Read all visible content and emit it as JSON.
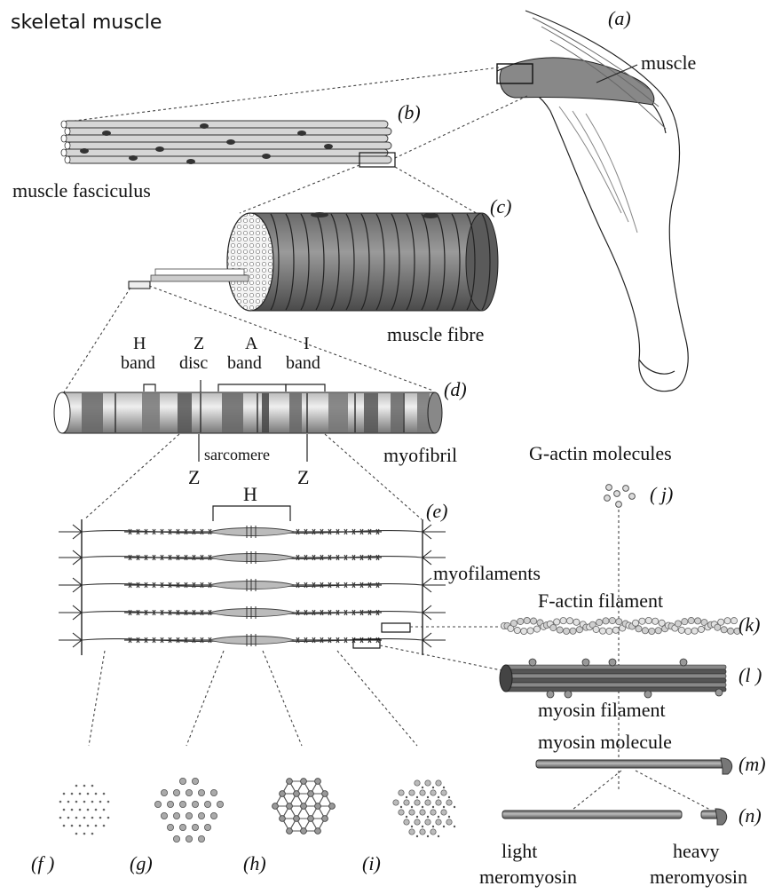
{
  "title": "skeletal muscle",
  "parts": {
    "a": {
      "letter": "(a)",
      "label": "muscle"
    },
    "b": {
      "letter": "(b)",
      "label": "muscle fasciculus"
    },
    "c": {
      "letter": "(c)",
      "label": "muscle fibre"
    },
    "d": {
      "letter": "(d)",
      "label": "myofibril",
      "bands": [
        {
          "top": "H",
          "bottom": "band"
        },
        {
          "top": "Z",
          "bottom": "disc"
        },
        {
          "top": "A",
          "bottom": "band"
        },
        {
          "top": "I",
          "bottom": "band"
        }
      ],
      "sarcomere": "sarcomere",
      "z_left": "Z",
      "z_right": "Z"
    },
    "e": {
      "letter": "(e)",
      "label": "myofilaments",
      "h": "H"
    },
    "f": {
      "letter": "(f )"
    },
    "g": {
      "letter": "(g)"
    },
    "h": {
      "letter": "(h)"
    },
    "i": {
      "letter": "(i)"
    },
    "j": {
      "letter": "( j)",
      "label": "G-actin molecules"
    },
    "k": {
      "letter": "(k)",
      "label": "F-actin filament"
    },
    "l": {
      "letter": "(l )",
      "label": "myosin filament"
    },
    "m": {
      "letter": "(m)",
      "label": "myosin molecule"
    },
    "n": {
      "letter": "(n)",
      "light": [
        "light",
        "meromyosin"
      ],
      "heavy": [
        "heavy",
        "meromyosin"
      ]
    }
  }
}
